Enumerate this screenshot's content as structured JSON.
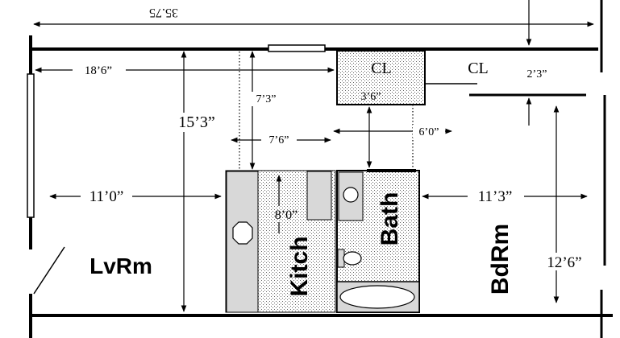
{
  "colors": {
    "ink": "#000000",
    "fixture_fill": "#d8d8d8",
    "stipple": "#666666",
    "paper": "#ffffff"
  },
  "dimensions": {
    "overall_mirrored": "35.75",
    "lvrm_upper_width": "18’6”",
    "lvrm_height": "15’3”",
    "kitchen_depth_top": "7’3”",
    "closet_width": "3’6”",
    "bdrm_closet_depth": "2’3”",
    "kitchen_width": "7’6”",
    "bath_offset": "6’0”",
    "lvrm_width": "11’0”",
    "kitchen_length": "8’0”",
    "bdrm_width": "11’3”",
    "bdrm_length": "12’6”"
  },
  "rooms": {
    "closet_main": "CL",
    "closet_bdrm": "CL",
    "living_room": "LvRm",
    "kitchen": "Kitch",
    "bath": "Bath",
    "bedroom": "BdRm"
  },
  "icons": {
    "stove_burner": "octagon-icon",
    "bath_sink": "circle-icon",
    "toilet": "toilet-icon",
    "bathtub": "oval-icon",
    "arrow": "arrow-icon"
  }
}
